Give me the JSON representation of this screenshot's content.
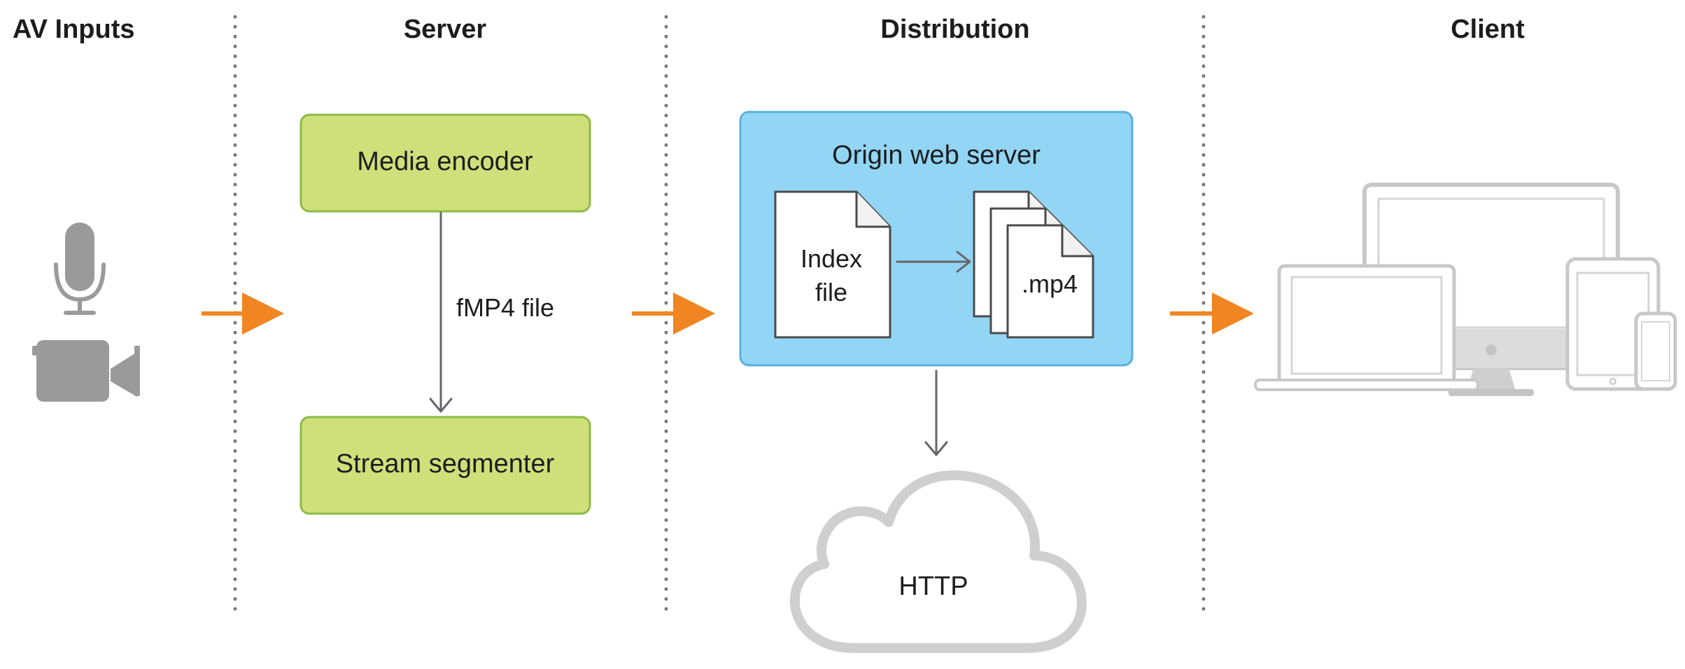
{
  "headings": {
    "av_inputs": "AV Inputs",
    "server": "Server",
    "distribution": "Distribution",
    "client": "Client"
  },
  "server": {
    "media_encoder": "Media encoder",
    "stream_segmenter": "Stream segmenter",
    "connector_label": "fMP4 file"
  },
  "distribution": {
    "origin_title": "Origin web server",
    "index_file_line1": "Index",
    "index_file_line2": "file",
    "segment_label": ".mp4",
    "cloud_label": "HTTP"
  },
  "colors": {
    "server_box_fill": "#cfe07a",
    "server_box_stroke": "#8dba45",
    "origin_fill": "#92d5f4",
    "origin_stroke": "#59b1df",
    "flow_arrow": "#f08522",
    "device_gray": "#c8c8c8",
    "av_icon_gray": "#9a9a9a"
  },
  "icons": {
    "av_inputs": [
      "microphone-icon",
      "video-camera-icon"
    ],
    "client": [
      "imac-icon",
      "macbook-icon",
      "ipad-icon",
      "iphone-icon"
    ]
  }
}
